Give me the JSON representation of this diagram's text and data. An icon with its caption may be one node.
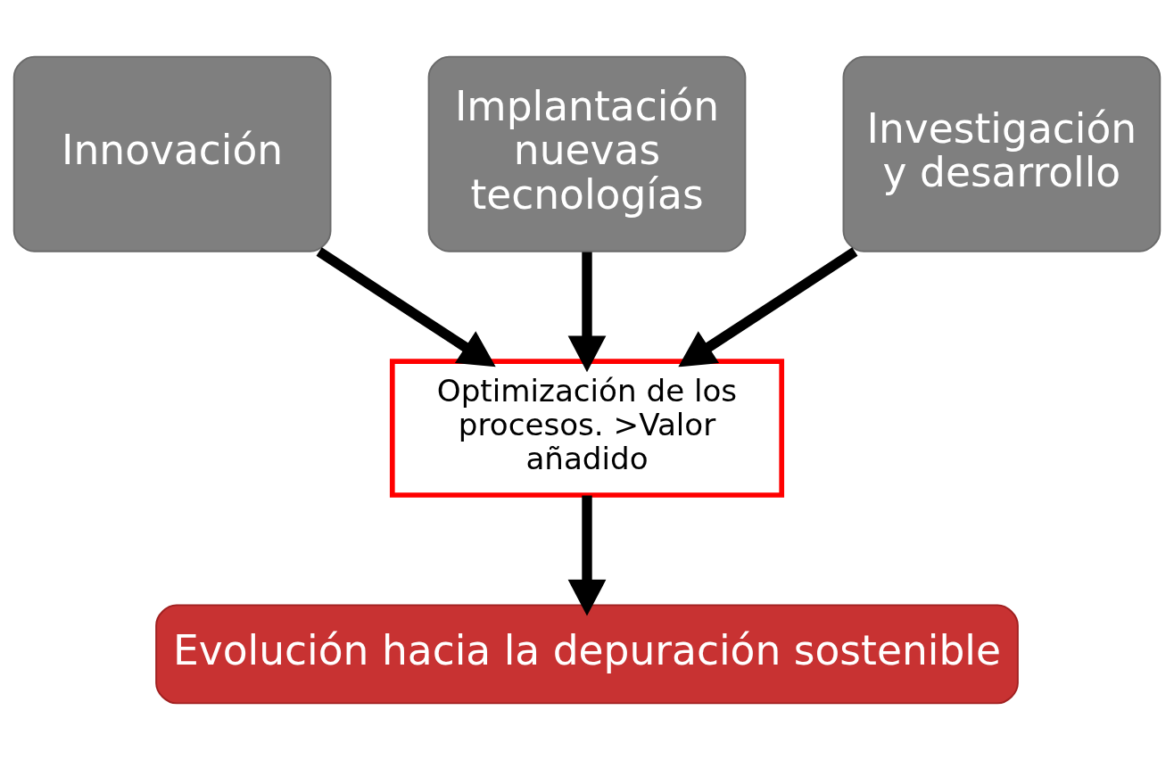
{
  "diagram": {
    "nodes": [
      {
        "text": [
          "Innovación"
        ]
      },
      {
        "text": [
          "Implantación nuevas tecnologías"
        ]
      },
      {
        "text": [
          "Investigación y desarrollo"
        ]
      },
      {
        "text": [
          "Optimización de los procesos. >Valor añadido"
        ]
      },
      {
        "text": [
          "Evolución hacia la depuración sostenible"
        ]
      }
    ],
    "edges": [
      {
        "from": 0,
        "to": 3,
        "arrow": "to"
      },
      {
        "from": 1,
        "to": 3,
        "arrow": "to"
      },
      {
        "from": 2,
        "to": 3,
        "arrow": "to"
      },
      {
        "from": 3,
        "to": 4,
        "arrow": "to"
      }
    ]
  }
}
